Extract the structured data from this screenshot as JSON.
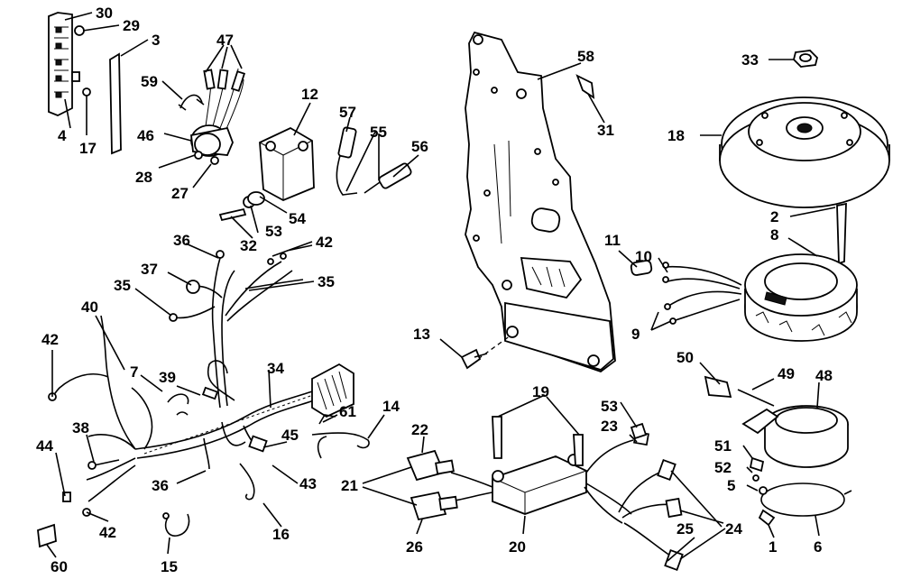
{
  "diagram": {
    "callouts": {
      "p1": "1",
      "p2": "2",
      "p3": "3",
      "p4": "4",
      "p5": "5",
      "p6": "6",
      "p7": "7",
      "p8": "8",
      "p9": "9",
      "p10": "10",
      "p11": "11",
      "p12": "12",
      "p13": "13",
      "p14": "14",
      "p15": "15",
      "p16": "16",
      "p17": "17",
      "p18": "18",
      "p19": "19",
      "p20": "20",
      "p21": "21",
      "p22": "22",
      "p23": "23",
      "p24": "24",
      "p25": "25",
      "p26": "26",
      "p27": "27",
      "p28": "28",
      "p29": "29",
      "p30": "30",
      "p31": "31",
      "p32": "32",
      "p33": "33",
      "p34": "34",
      "p35a": "35",
      "p35b": "35",
      "p36a": "36",
      "p36b": "36",
      "p37": "37",
      "p38": "38",
      "p39": "39",
      "p40": "40",
      "p42a": "42",
      "p42b": "42",
      "p42c": "42",
      "p43": "43",
      "p44": "44",
      "p45": "45",
      "p46": "46",
      "p47": "47",
      "p48": "48",
      "p49": "49",
      "p50": "50",
      "p51": "51",
      "p52": "52",
      "p53a": "53",
      "p53b": "53",
      "p54": "54",
      "p55": "55",
      "p56": "56",
      "p57": "57",
      "p58": "58",
      "p59": "59",
      "p60": "60",
      "p61": "61"
    }
  }
}
